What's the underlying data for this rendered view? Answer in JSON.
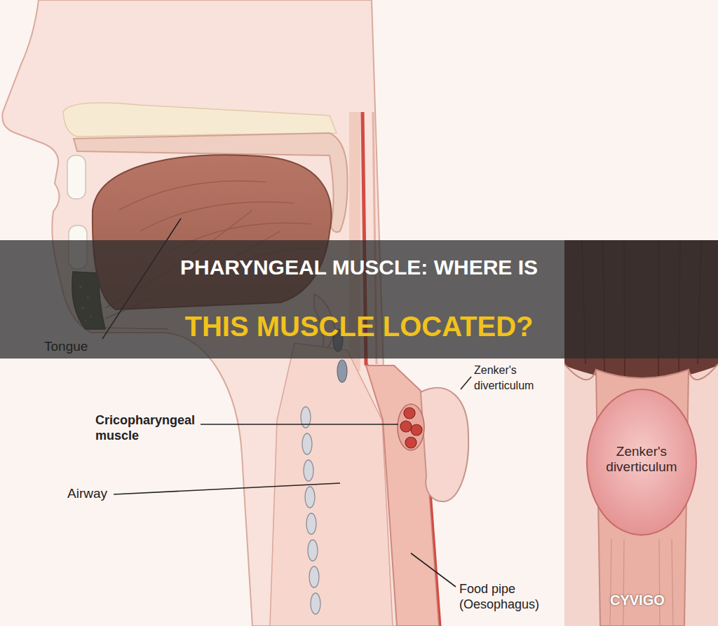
{
  "diagram": {
    "title": "PHARYNGEAL MUSCLE: WHERE IS THIS MUSCLE LOCATED?",
    "labels": [
      "Tongue",
      "Zenker's diverticulum",
      "Cricopharyngeal muscle",
      "Airway",
      "Food pipe (Oesophagus)",
      "Zenker's diverticulum",
      "CYVIGO"
    ]
  }
}
